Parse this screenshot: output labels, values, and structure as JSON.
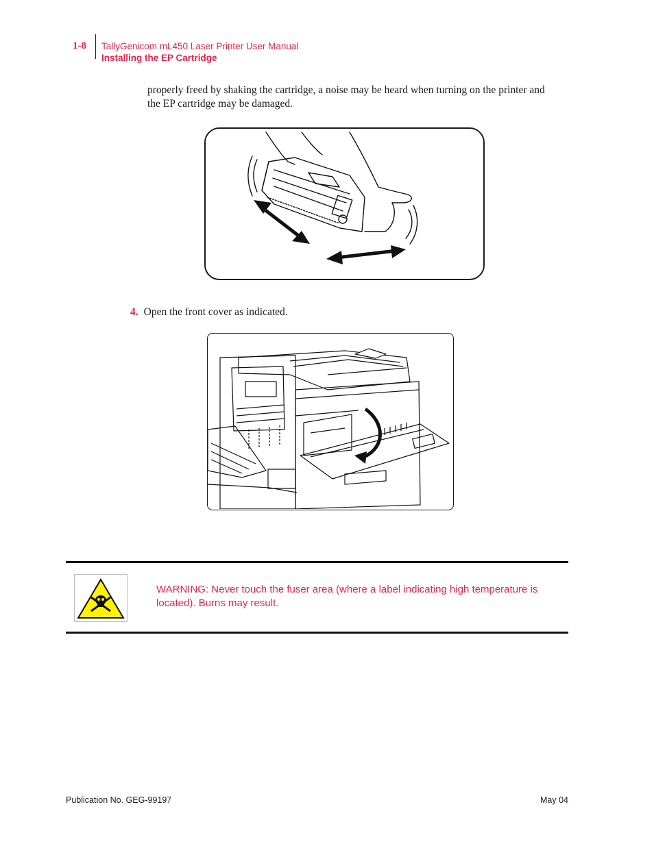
{
  "header": {
    "page_number": "1-8",
    "manual_title": "TallyGenicom mL450 Laser Printer User Manual",
    "section_title": "Installing the EP Cartridge"
  },
  "body": {
    "continuation_text": "properly freed by shaking the cartridge, a noise may be heard when turning on the printer and the EP cartridge may be damaged."
  },
  "step": {
    "number": "4.",
    "text": "Open the front cover as indicated."
  },
  "warning": {
    "icon": "skull-crossbones-icon",
    "icon_color": "#fff200",
    "text": "WARNING: Never touch the fuser area (where a label indicating high temperature is located). Burns may result."
  },
  "footer": {
    "publication": "Publication No. GEG-99197",
    "date": "May 04"
  },
  "colors": {
    "accent": "#e0254a",
    "text": "#1a1a1a"
  }
}
